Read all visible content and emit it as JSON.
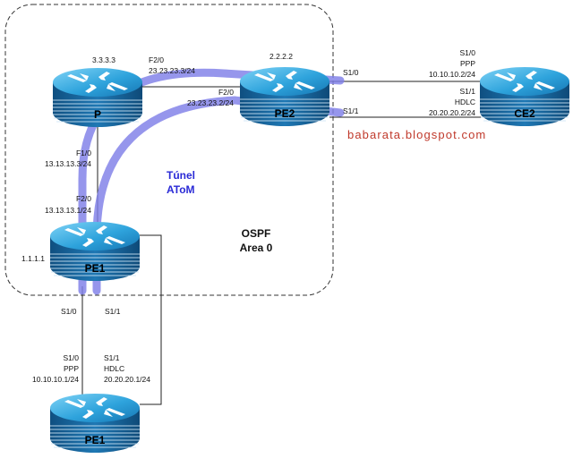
{
  "ospf_area": {
    "line1": "OSPF",
    "line2": "Area 0"
  },
  "tunnel": {
    "line1": "Túnel",
    "line2": "AToM"
  },
  "watermark": "babarata.blogspot.com",
  "routers": {
    "p": {
      "name": "P",
      "router_id": "3.3.3.3"
    },
    "pe2": {
      "name": "PE2",
      "router_id": "2.2.2.2"
    },
    "ce2": {
      "name": "CE2"
    },
    "pe1": {
      "name": "PE1",
      "router_id": "1.1.1.1"
    },
    "pe1_bottom": {
      "name": "PE1"
    }
  },
  "interfaces": {
    "p_f20": {
      "iface": "F2/0",
      "ip": "23.23.23.3/24"
    },
    "pe2_f20": {
      "iface": "F2/0",
      "ip": "23.23.23.2/24"
    },
    "p_f10": {
      "iface": "F1/0",
      "ip": "13.13.13.3/24"
    },
    "pe1_f20": {
      "iface": "F2/0",
      "ip": "13.13.13.1/24"
    },
    "pe2_s10": {
      "iface": "S1/0"
    },
    "pe2_s11": {
      "iface": "S1/1"
    },
    "ce2_s10": {
      "iface": "S1/0",
      "encap": "PPP",
      "ip": "10.10.10.2/24"
    },
    "ce2_s11": {
      "iface": "S1/1",
      "encap": "HDLC",
      "ip": "20.20.20.2/24"
    },
    "pe1_s10": {
      "iface": "S1/0"
    },
    "pe1_s11": {
      "iface": "S1/1"
    },
    "pe1b_s10": {
      "iface": "S1/0",
      "encap": "PPP",
      "ip": "10.10.10.1/24"
    },
    "pe1b_s11": {
      "iface": "S1/1",
      "encap": "HDLC",
      "ip": "20.20.20.1/24"
    }
  },
  "colors": {
    "router_body": "#1c6fa6",
    "router_top": "#38aee4",
    "tunnel": "#7f7fe8",
    "tunnel_text": "#2a2ad6",
    "watermark": "#c0392b"
  }
}
